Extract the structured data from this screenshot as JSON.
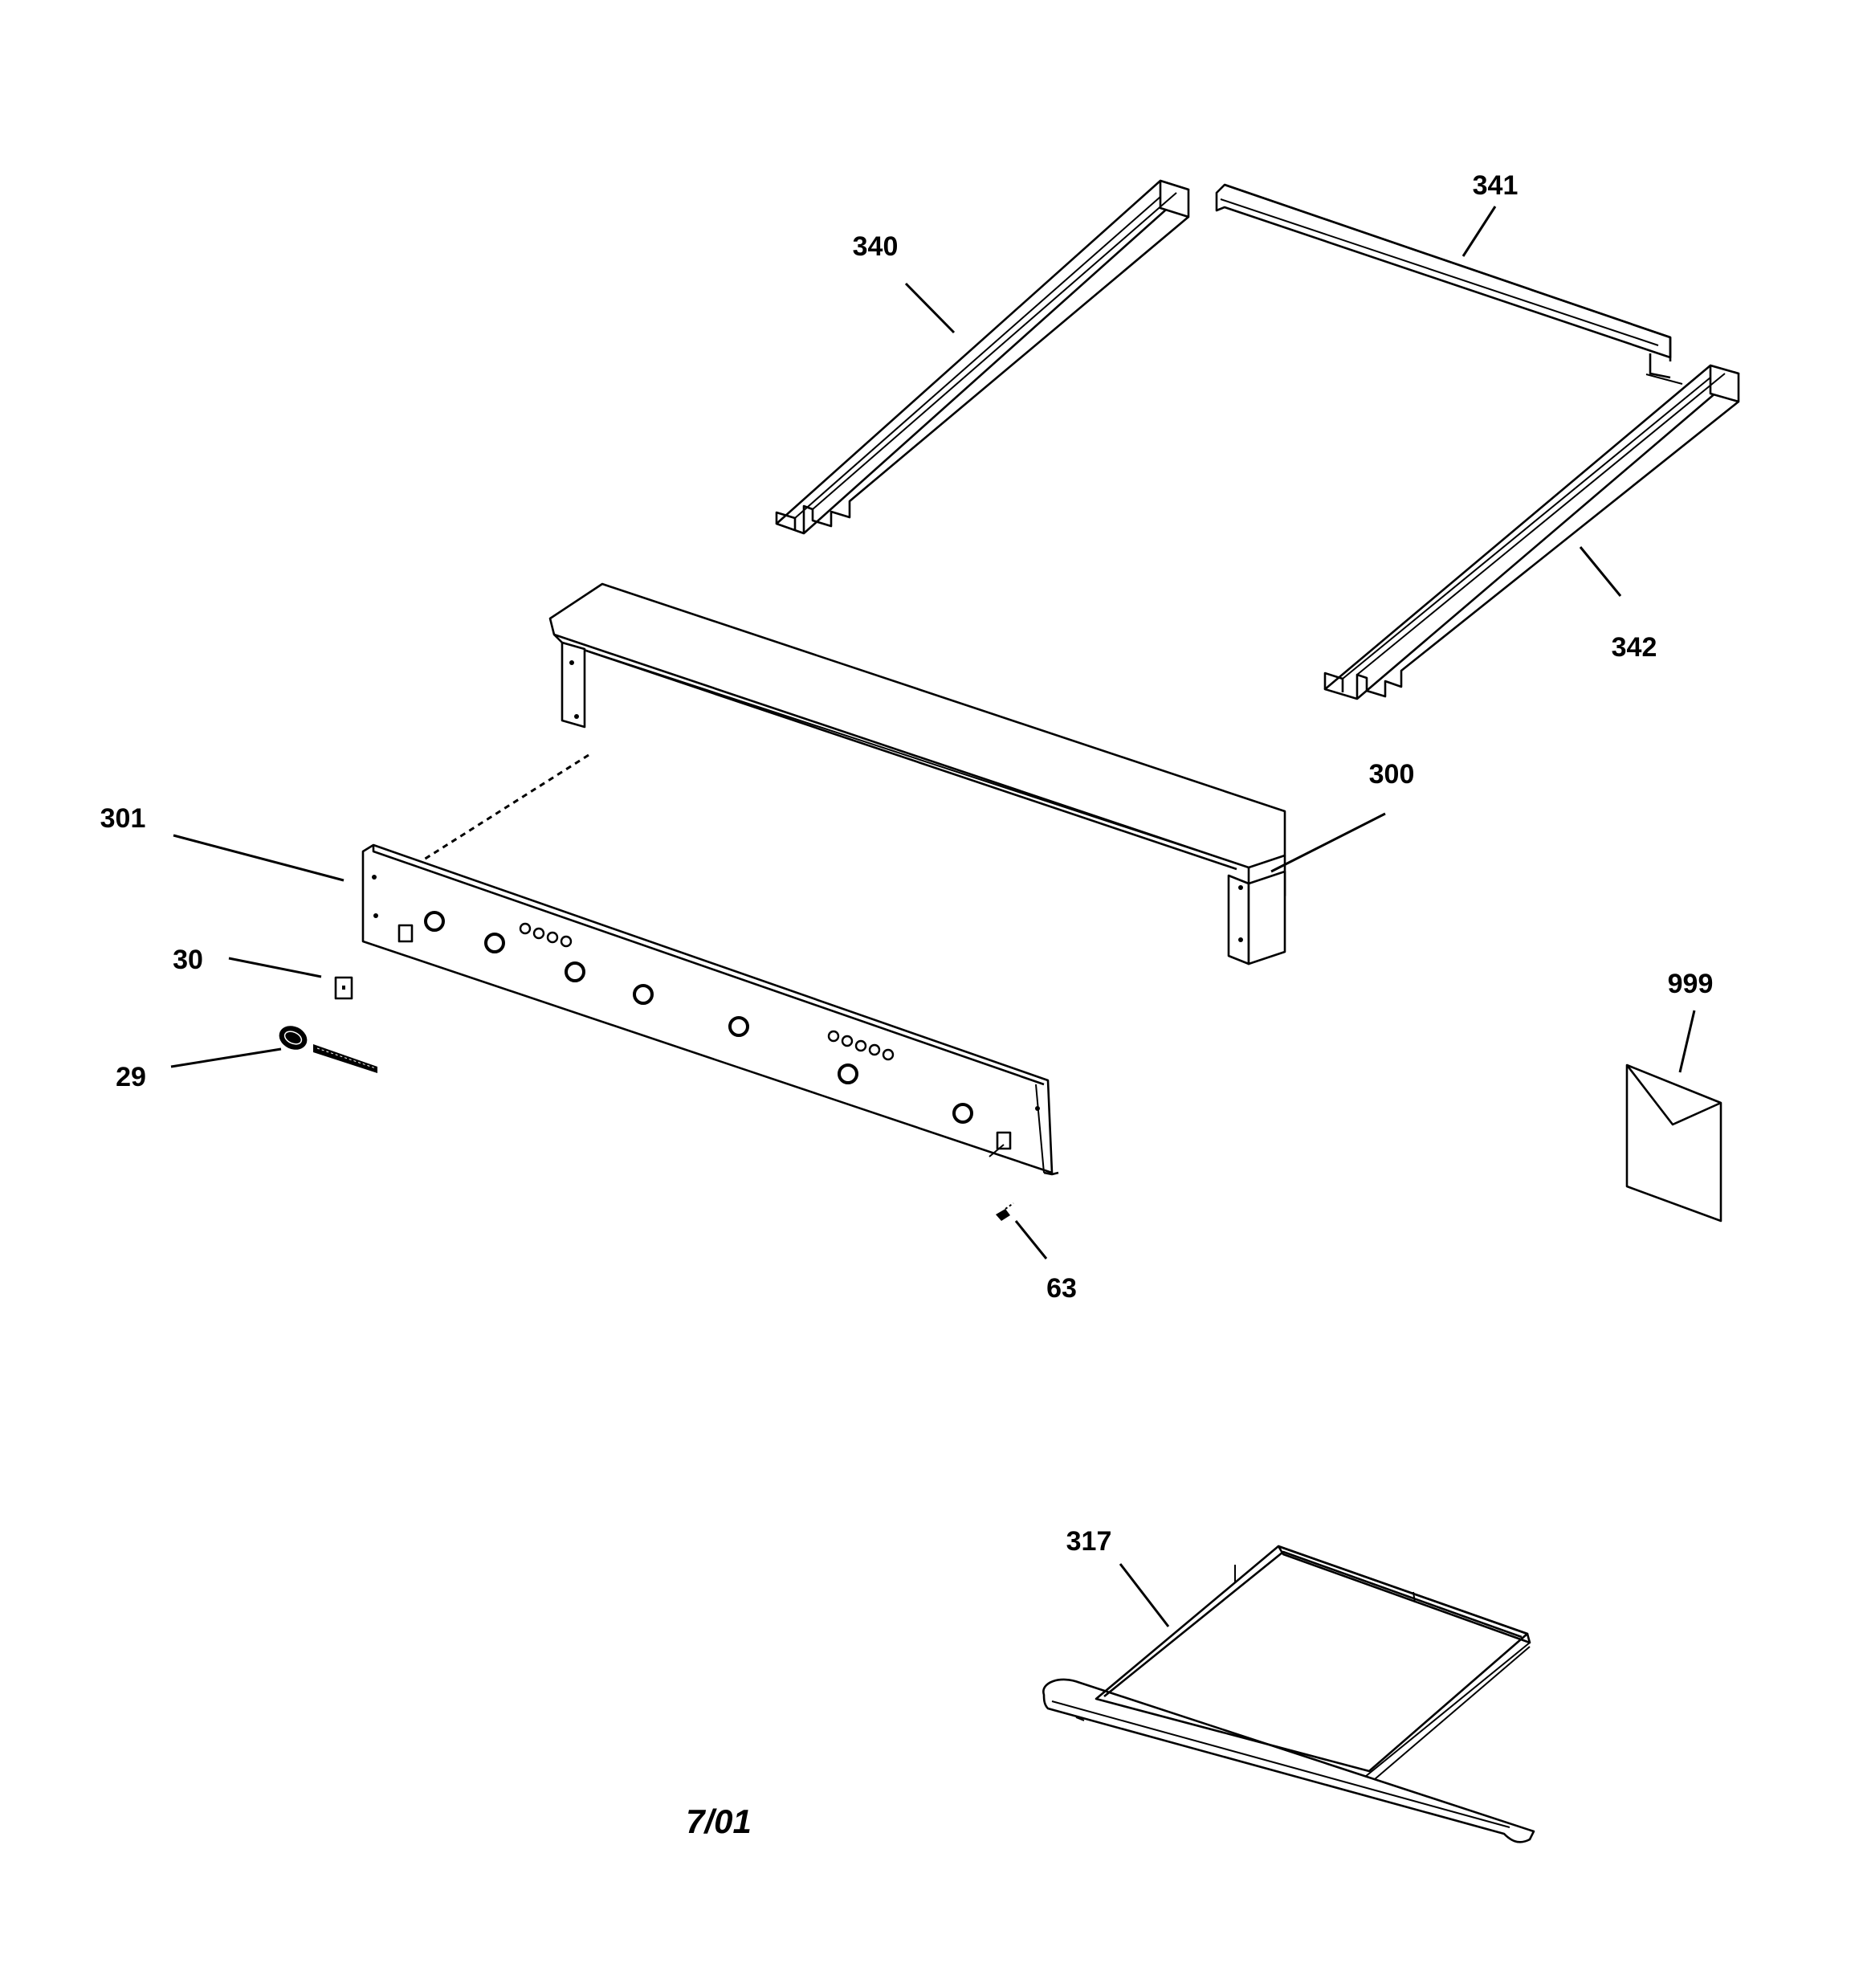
{
  "callouts": {
    "c340": "340",
    "c341": "341",
    "c342": "342",
    "c300": "300",
    "c301": "301",
    "c30": "30",
    "c29": "29",
    "c999": "999",
    "c63": "63",
    "c317": "317"
  },
  "date": "7/01",
  "colors": {
    "line": "#000000",
    "background": "#ffffff"
  },
  "icons": {
    "badge": "nameplate-badge-icon",
    "literature": "envelope-icon",
    "screw": "screw-icon"
  }
}
